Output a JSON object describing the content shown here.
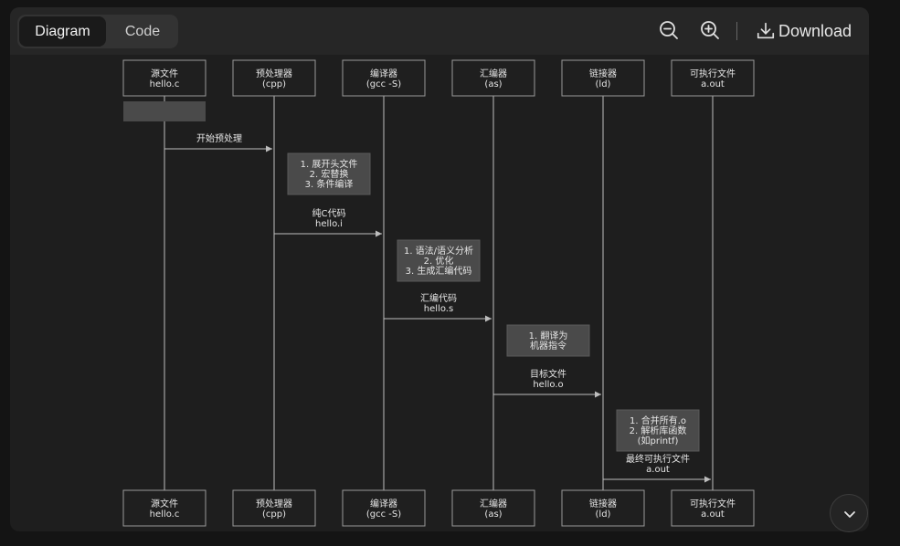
{
  "toolbar": {
    "tabs": [
      {
        "label": "Diagram",
        "active": true
      },
      {
        "label": "Code",
        "active": false
      }
    ],
    "zoom_out_icon": "zoom-out-icon",
    "zoom_in_icon": "zoom-in-icon",
    "download_label": "Download",
    "download_icon": "download-icon"
  },
  "diagram": {
    "participants": [
      {
        "name": "源文件",
        "sub": "hello.c"
      },
      {
        "name": "预处理器",
        "sub": "(cpp)"
      },
      {
        "name": "编译器",
        "sub": "(gcc -S)"
      },
      {
        "name": "汇编器",
        "sub": "(as)"
      },
      {
        "name": "链接器",
        "sub": "(ld)"
      },
      {
        "name": "可执行文件",
        "sub": "a.out"
      }
    ],
    "messages": [
      {
        "from": 0,
        "to": 1,
        "lines": [
          "开始预处理"
        ]
      },
      {
        "from": 1,
        "to": 2,
        "lines": [
          "纯C代码",
          "hello.i"
        ]
      },
      {
        "from": 2,
        "to": 3,
        "lines": [
          "汇编代码",
          "hello.s"
        ]
      },
      {
        "from": 3,
        "to": 4,
        "lines": [
          "目标文件",
          "hello.o"
        ]
      },
      {
        "from": 4,
        "to": 5,
        "lines": [
          "最终可执行文件",
          "a.out"
        ]
      }
    ],
    "notes": [
      {
        "over": 1,
        "lines": [
          "1. 展开头文件",
          "2. 宏替换",
          "3. 条件编译"
        ]
      },
      {
        "over": 2,
        "lines": [
          "1. 语法/语义分析",
          "2. 优化",
          "3. 生成汇编代码"
        ]
      },
      {
        "over": 3,
        "lines": [
          "1. 翻译为",
          "机器指令"
        ]
      },
      {
        "over": 4,
        "lines": [
          "1. 合并所有.o",
          "2. 解析库函数",
          "(如printf)"
        ]
      }
    ],
    "colors": {
      "line": "#bdbdbd",
      "box_stroke": "#9a9a9a",
      "box_fill": "#1f1f1f",
      "note_fill": "#4a4a4a",
      "text": "#e6e6e6"
    }
  },
  "scroll_icon": "chevron-down-icon"
}
